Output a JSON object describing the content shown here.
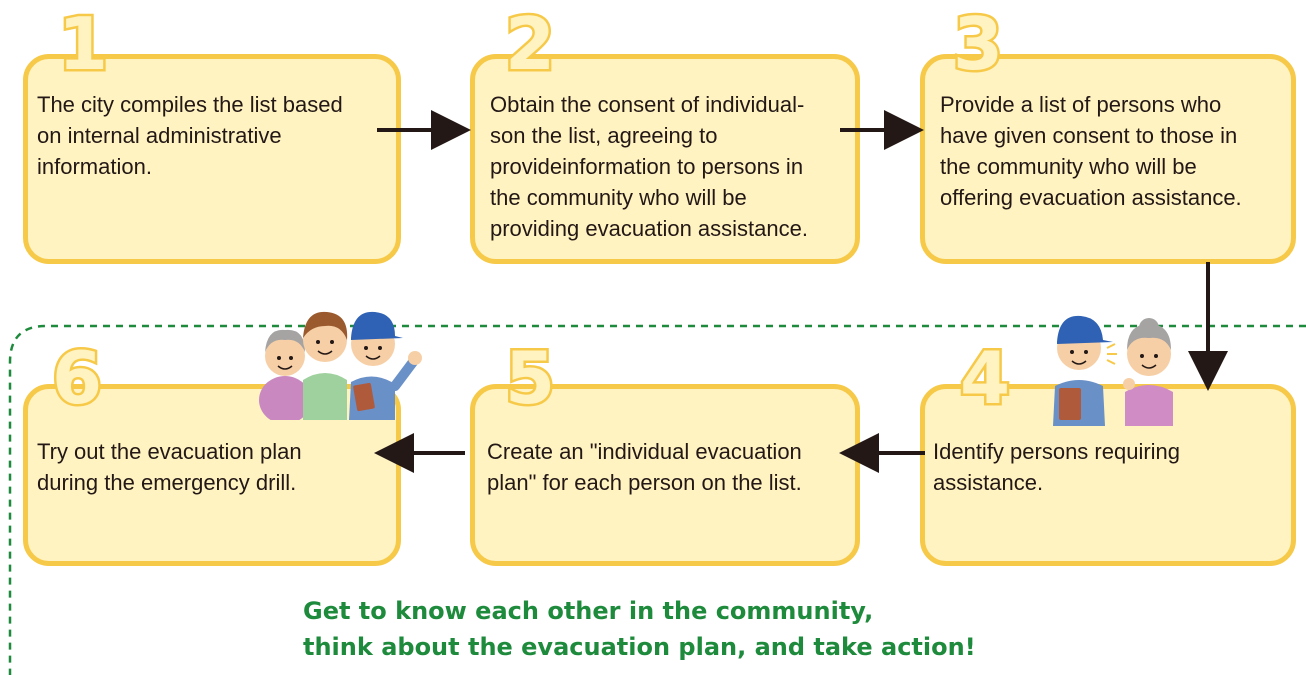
{
  "steps": [
    {
      "number": "1",
      "text": "The city compiles the list based\non internal administrative\ninformation."
    },
    {
      "number": "2",
      "text": "Obtain the consent of individual-\nson the list, agreeing to\nprovideinformation to persons in\nthe community who will be\nproviding evacuation assistance."
    },
    {
      "number": "3",
      "text": "Provide a list of persons who\nhave given consent to those in\nthe community who will be\noffering evacuation assistance."
    },
    {
      "number": "4",
      "text": "Identify persons requiring\nassistance."
    },
    {
      "number": "5",
      "text": "Create an \"individual evacuation\nplan\" for each person on the list."
    },
    {
      "number": "6",
      "text": "Try out the evacuation plan\nduring the emergency drill."
    }
  ],
  "slogan": "Get to know each other in the community,\nthink about the evacuation plan, and take action!",
  "colors": {
    "box_fill": "#fff3c2",
    "box_border": "#f7c948",
    "arrow": "#231815",
    "slogan": "#1e8a3c",
    "dashed_line": "#1e8a3c"
  },
  "icons": [
    "group-of-three-people-icon",
    "worker-and-elderly-woman-icon"
  ]
}
